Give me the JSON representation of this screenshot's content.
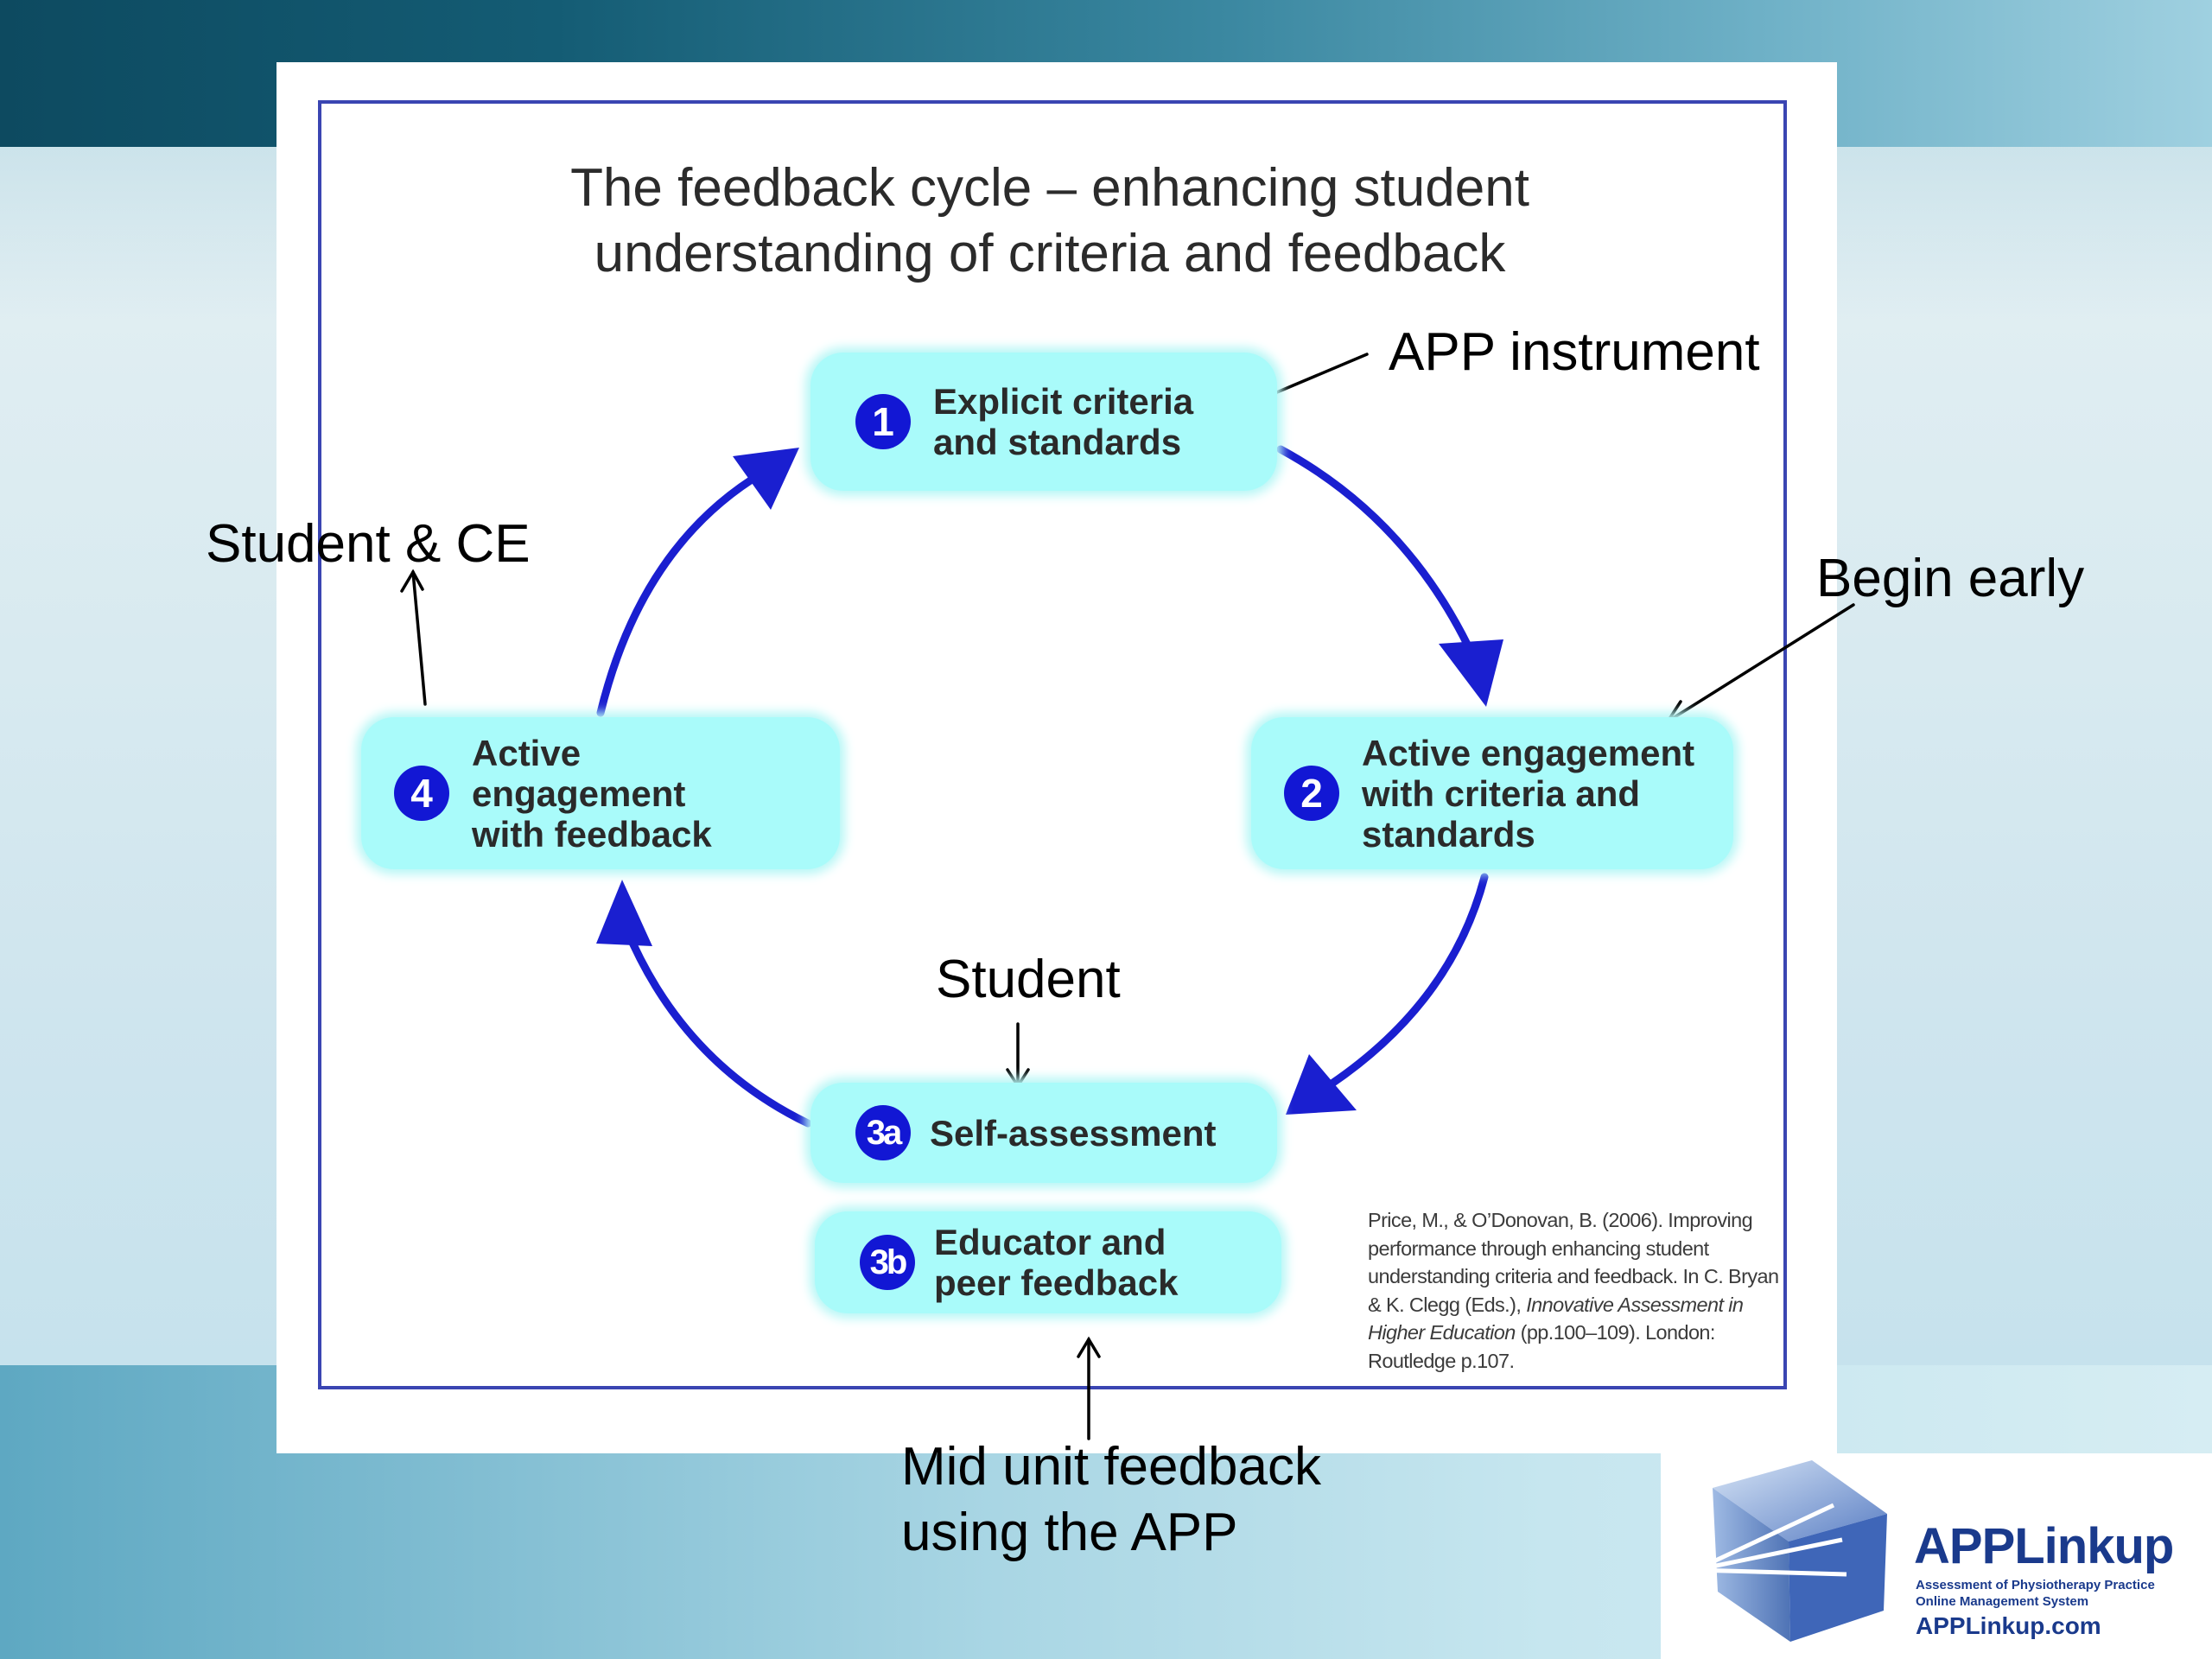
{
  "diagram": {
    "title": "The feedback cycle – enhancing student understanding of criteria and feedback",
    "stages": [
      {
        "badge": "1",
        "label": "Explicit criteria and standards"
      },
      {
        "badge": "2",
        "label": "Active engagement with criteria and standards"
      },
      {
        "badge": "3a",
        "label": "Self-assessment"
      },
      {
        "badge": "3b",
        "label": "Educator and peer feedback"
      },
      {
        "badge": "4",
        "label": "Active engagement with feedback"
      }
    ],
    "citation": {
      "part1": "Price, M., & O’Donovan, B. (2006). Improving performance through enhancing student understanding criteria and feedback. In C. Bryan & K. Clegg (Eds.), ",
      "book": "Innovative Assessment in Higher Education",
      "part2": " (pp.100–109). London: Routledge p.107."
    },
    "colors": {
      "box_fill": "#a9fbfa",
      "badge_fill": "#1217d4",
      "arrow": "#1a1fd0",
      "frame": "#3a45b2"
    }
  },
  "annotations": {
    "app_instrument": "APP instrument",
    "begin_early": "Begin early",
    "student_ce": "Student & CE",
    "student": "Student",
    "mid_unit_line1": "Mid unit feedback",
    "mid_unit_line2": "using the APP"
  },
  "logo": {
    "name": "APPLinkup",
    "sub_line1": "Assessment of Physiotherapy Practice",
    "sub_line2": "Online Management System",
    "url": "APPLinkup.com"
  }
}
